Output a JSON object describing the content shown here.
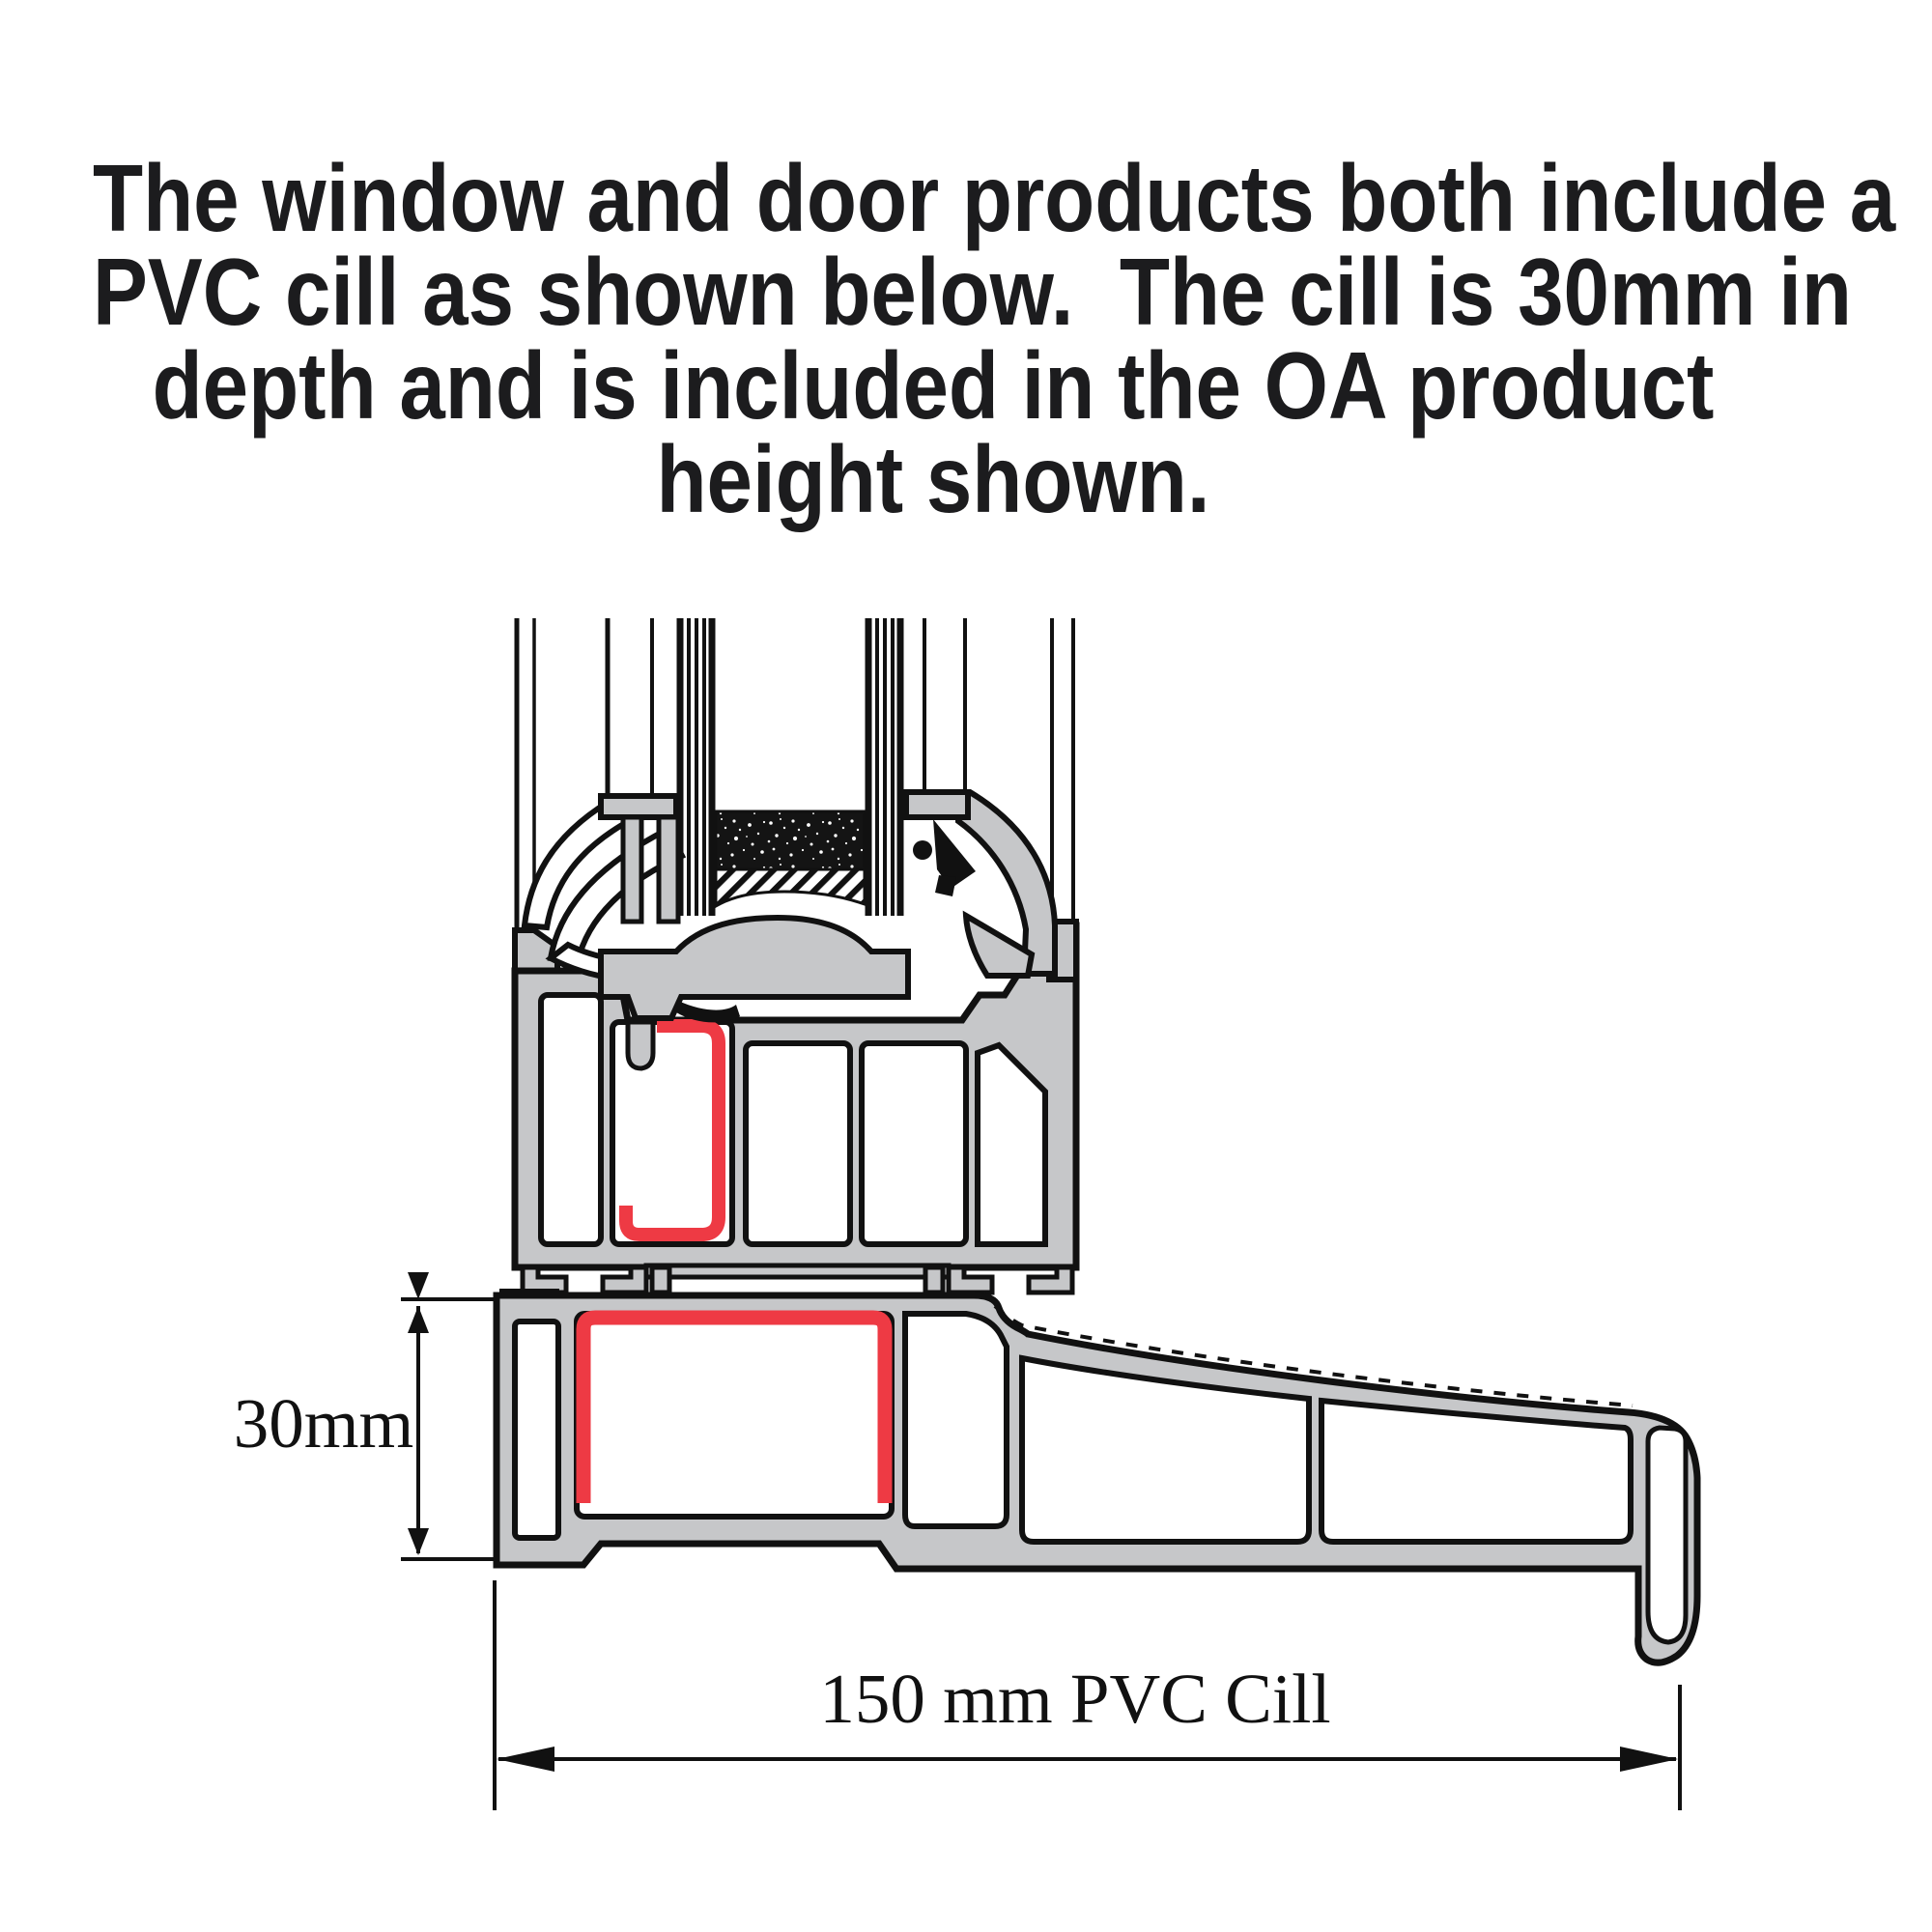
{
  "header": {
    "lines": [
      "The window and door products both include a",
      "PVC cill as shown below.  The cill is 30mm in",
      "depth and is included in the OA product",
      "height shown."
    ]
  },
  "diagram": {
    "type": "technical-cross-section",
    "subject": "PVC window/door cill profile section",
    "dimensions": {
      "depth_label": "30mm",
      "width_label": "150 mm PVC Cill"
    },
    "colors": {
      "profile_fill": "#c6c7c9",
      "outline": "#000000",
      "highlight_red": "#ee3a44",
      "background": "#ffffff",
      "text": "#1c1c1e"
    }
  }
}
